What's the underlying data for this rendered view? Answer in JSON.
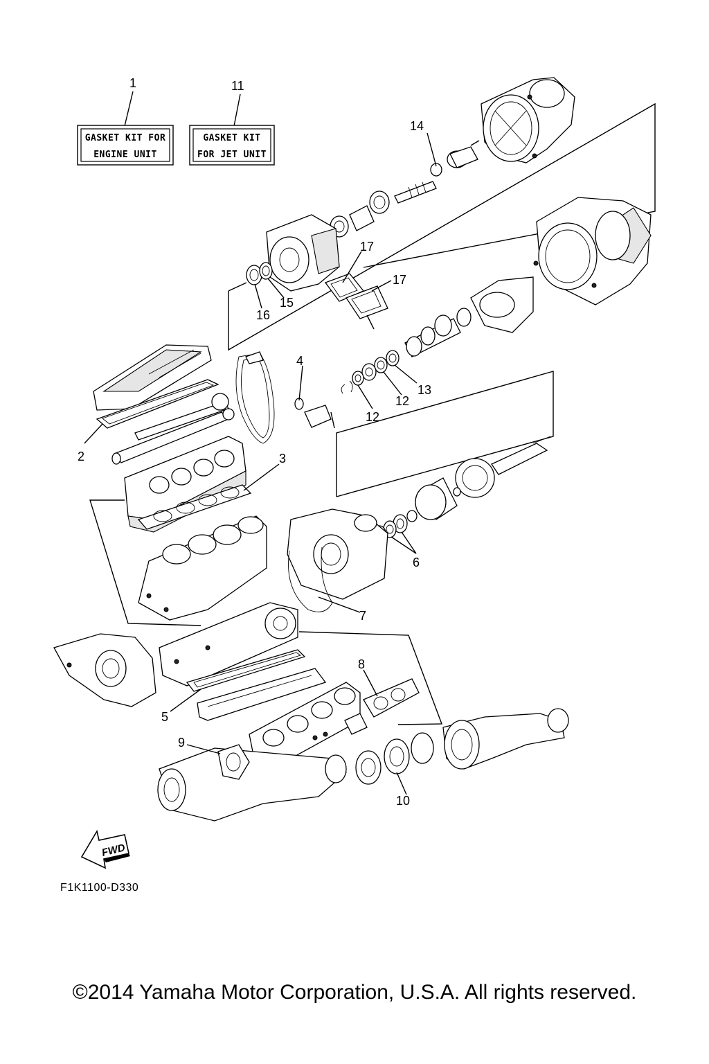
{
  "kits": {
    "engine": {
      "number": "1",
      "line1": "GASKET KIT FOR",
      "line2": "ENGINE UNIT"
    },
    "jet": {
      "number": "11",
      "line1": "GASKET KIT",
      "line2": "FOR JET UNIT"
    }
  },
  "callouts": {
    "c2": "2",
    "c3": "3",
    "c4": "4",
    "c5": "5",
    "c6": "6",
    "c7": "7",
    "c8": "8",
    "c9": "9",
    "c10": "10",
    "c12a": "12",
    "c12b": "12",
    "c13": "13",
    "c14": "14",
    "c15": "15",
    "c16": "16",
    "c17a": "17",
    "c17b": "17"
  },
  "fwd_label": "FWD",
  "diagram_code": "F1K1100-D330",
  "copyright": "©2014 Yamaha Motor Corporation, U.S.A. All rights reserved."
}
